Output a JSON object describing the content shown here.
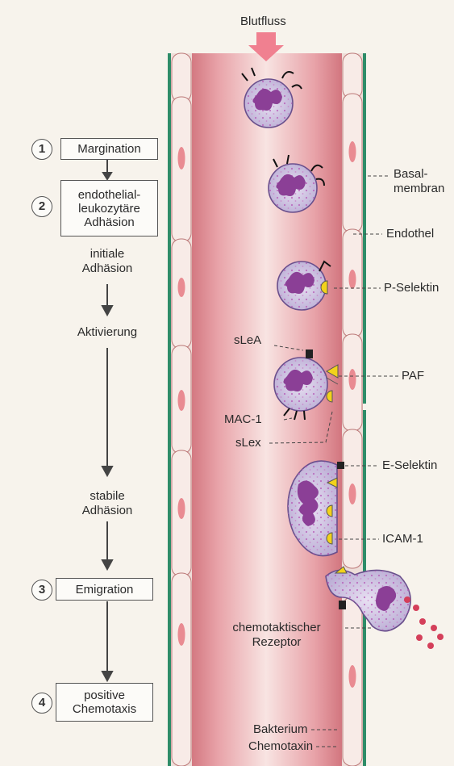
{
  "title": "Blutfluss",
  "steps": [
    {
      "number": "1",
      "lines": [
        "Margination"
      ]
    },
    {
      "number": "2",
      "lines": [
        "endothelial-",
        "leukozytäre",
        "Adhäsion"
      ]
    },
    {
      "number": "3",
      "lines": [
        "Emigration"
      ]
    },
    {
      "number": "4",
      "lines": [
        "positive",
        "Chemotaxis"
      ]
    }
  ],
  "phases": {
    "initial": [
      "initiale",
      "Adhäsion"
    ],
    "activation": "Aktivierung",
    "stable": [
      "stabile",
      "Adhäsion"
    ]
  },
  "right_labels": {
    "basal": [
      "Basal-",
      "membran"
    ],
    "endothel": "Endothel",
    "p_selektin": "P-Selektin",
    "paf": "PAF",
    "e_selektin": "E-Selektin",
    "icam": "ICAM-1"
  },
  "left_labels": {
    "slea": "sLeA",
    "mac1": "MAC-1",
    "slex": "sLex"
  },
  "bottom_labels": {
    "chemo_receptor": [
      "chemotaktischer",
      "Rezeptor"
    ],
    "bacterium": "Bakterium",
    "chemotaxin": "Chemotaxin"
  },
  "colors": {
    "vessel_center": "#f6dede",
    "vessel_edge": "#d9868e",
    "endothelium": "#f8e8e4",
    "endothelium_nucleus": "#e98b92",
    "basal_membrane": "#2e8c68",
    "cell_body": "#d9cfe8",
    "cell_nucleus": "#8b3f96",
    "selectin_yellow": "#f2d21b",
    "arrow_pink": "#f08090"
  }
}
